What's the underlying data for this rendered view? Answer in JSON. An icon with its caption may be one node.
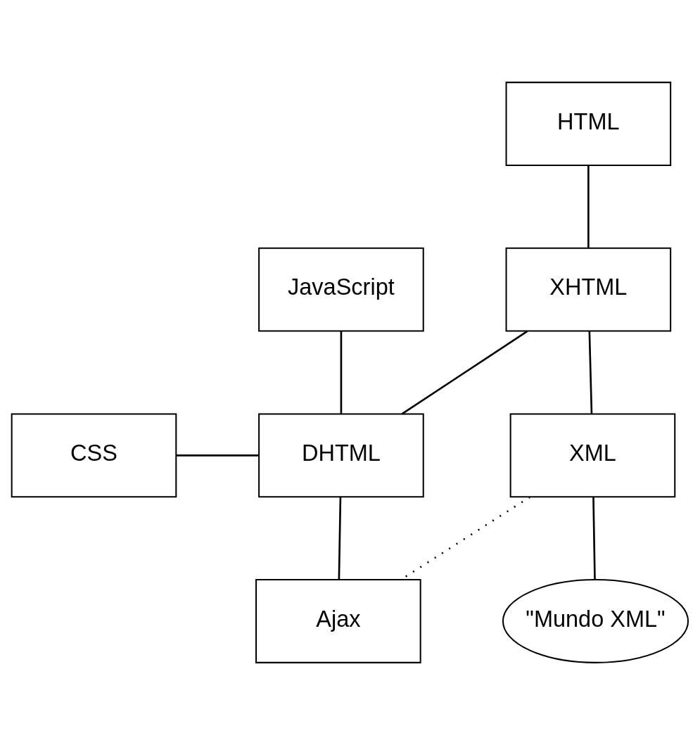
{
  "diagram": {
    "nodes": [
      {
        "text": [
          "HTML"
        ]
      },
      {
        "text": [
          "XHTML"
        ]
      },
      {
        "text": [
          "JavaScript"
        ]
      },
      {
        "text": [
          "DHTML"
        ]
      },
      {
        "text": [
          "XML"
        ]
      },
      {
        "text": [
          "CSS"
        ]
      },
      {
        "text": [
          "Ajax"
        ]
      },
      {
        "text": [
          "\"Mundo XML\""
        ]
      }
    ],
    "edges": [
      {
        "from": 0,
        "to": 1,
        "arrow": "none"
      },
      {
        "from": 1,
        "to": 3,
        "arrow": "none"
      },
      {
        "from": 1,
        "to": 4,
        "arrow": "none"
      },
      {
        "from": 2,
        "to": 3,
        "arrow": "none"
      },
      {
        "from": 5,
        "to": 3,
        "arrow": "none"
      },
      {
        "from": 3,
        "to": 6,
        "arrow": "none"
      },
      {
        "from": 4,
        "to": 6,
        "arrow": "none",
        "style": "dashed"
      },
      {
        "from": 4,
        "to": 7,
        "arrow": "none"
      }
    ]
  }
}
